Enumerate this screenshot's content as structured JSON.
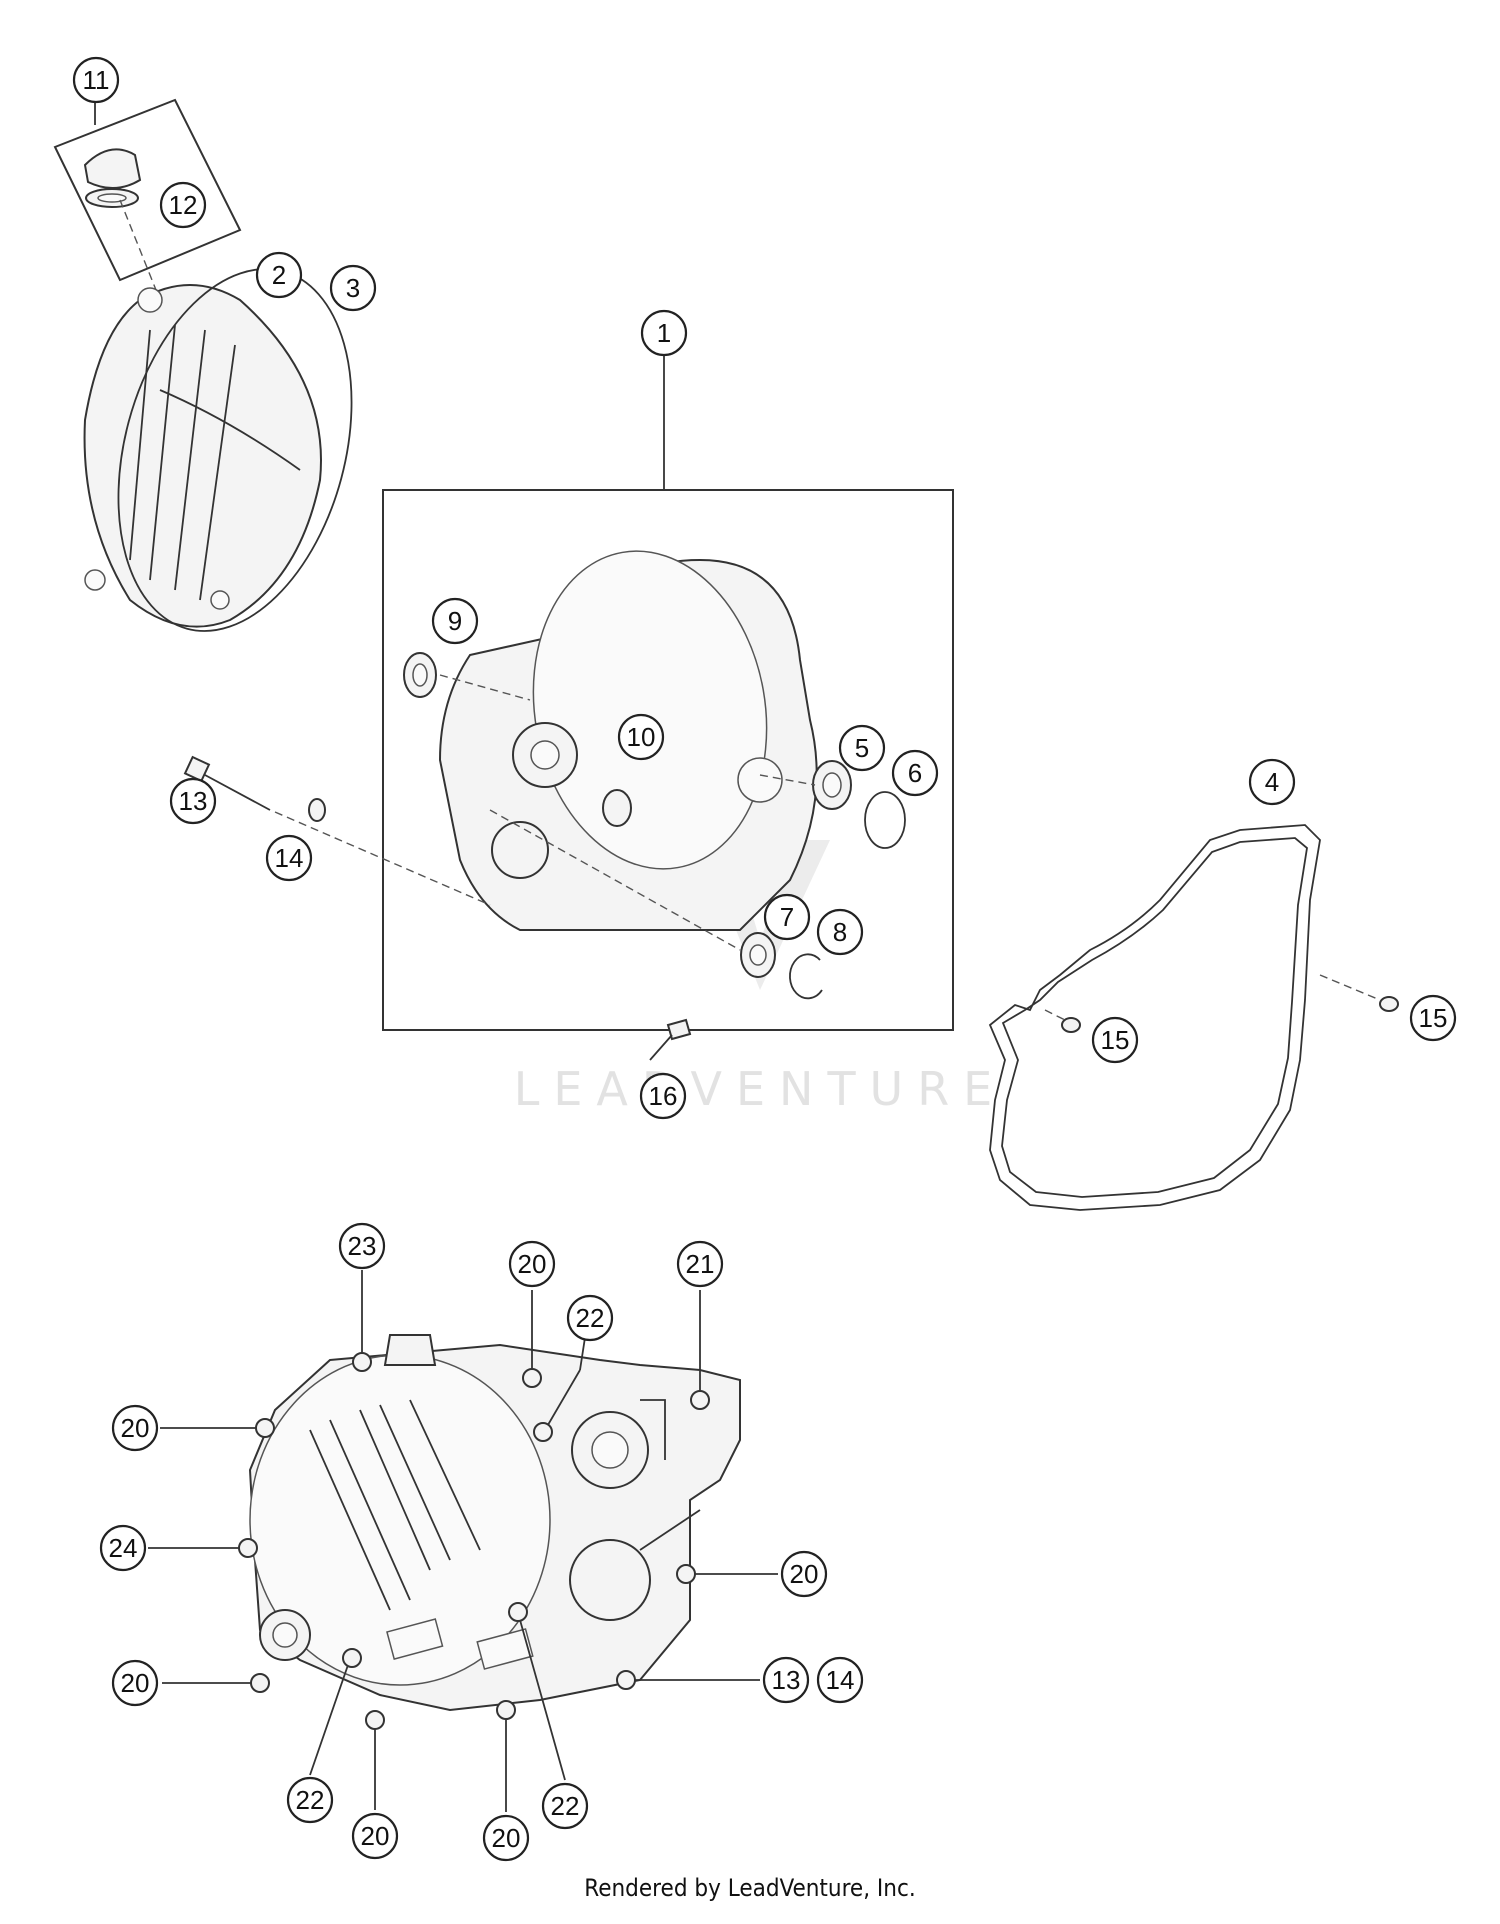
{
  "watermark": "LEADVENTURE",
  "footer": "Rendered by LeadVenture, Inc.",
  "callouts": [
    {
      "id": "c11",
      "label": "11"
    },
    {
      "id": "c12",
      "label": "12"
    },
    {
      "id": "c2",
      "label": "2"
    },
    {
      "id": "c3",
      "label": "3"
    },
    {
      "id": "c1",
      "label": "1"
    },
    {
      "id": "c9",
      "label": "9"
    },
    {
      "id": "c10",
      "label": "10"
    },
    {
      "id": "c5",
      "label": "5"
    },
    {
      "id": "c6",
      "label": "6"
    },
    {
      "id": "c4",
      "label": "4"
    },
    {
      "id": "c13",
      "label": "13"
    },
    {
      "id": "c14",
      "label": "14"
    },
    {
      "id": "c7",
      "label": "7"
    },
    {
      "id": "c8",
      "label": "8"
    },
    {
      "id": "c16",
      "label": "16"
    },
    {
      "id": "c15a",
      "label": "15"
    },
    {
      "id": "c15b",
      "label": "15"
    },
    {
      "id": "c23",
      "label": "23"
    },
    {
      "id": "c20a",
      "label": "20"
    },
    {
      "id": "c21",
      "label": "21"
    },
    {
      "id": "c22a",
      "label": "22"
    },
    {
      "id": "c20b",
      "label": "20"
    },
    {
      "id": "c24",
      "label": "24"
    },
    {
      "id": "c20c",
      "label": "20"
    },
    {
      "id": "c20d",
      "label": "20"
    },
    {
      "id": "c13b",
      "label": "13"
    },
    {
      "id": "c14b",
      "label": "14"
    },
    {
      "id": "c22b",
      "label": "22"
    },
    {
      "id": "c22c",
      "label": "22"
    },
    {
      "id": "c20e",
      "label": "20"
    },
    {
      "id": "c20f",
      "label": "20"
    }
  ]
}
